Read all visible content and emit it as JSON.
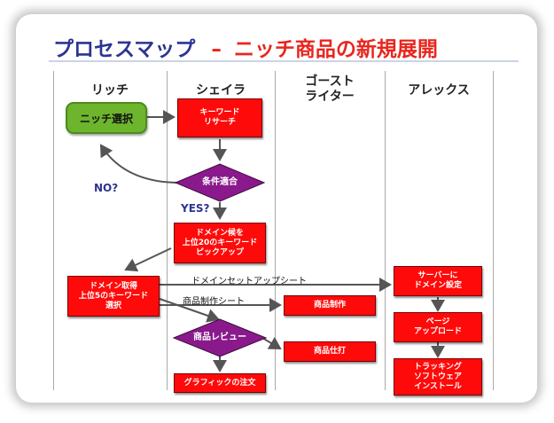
{
  "title": {
    "main": "プロセスマップ",
    "dash": "–",
    "sub": "ニッチ商品の新規展開"
  },
  "lanes": [
    "リッチ",
    "シェイラ",
    "ゴースト\nライター",
    "アレックス"
  ],
  "nodes": {
    "niche_select": "ニッチ選択",
    "keyword_research": "キーワード\nリサーチ",
    "condition_check": "条件適合",
    "domain_pickup": "ドメイン候を\n上位20のキーワード\nピックアップ",
    "domain_acquire": "ドメイン取得\n上位5のキーワード\n選択",
    "product_create": "商品制作",
    "product_finish": "商品仕打",
    "review": "商品レビュー",
    "graphic_order": "グラフィックの注文",
    "server_domain": "サーバーに\nドメイン設定",
    "page_upload": "ページ\nアップロード",
    "tracking_install": "トラッキング\nソフトウェア\nインストール"
  },
  "edge_labels": {
    "no": "NO?",
    "yes": "YES?",
    "domain_setup_sheet": "ドメインセットアップシート",
    "product_sheet": "商品制作シート"
  },
  "colors": {
    "box": "#ff0a0a",
    "diamond": "#8a1a8c",
    "start": "#6cb52d",
    "title_main": "#2c3590",
    "title_sub": "#e8261e"
  }
}
